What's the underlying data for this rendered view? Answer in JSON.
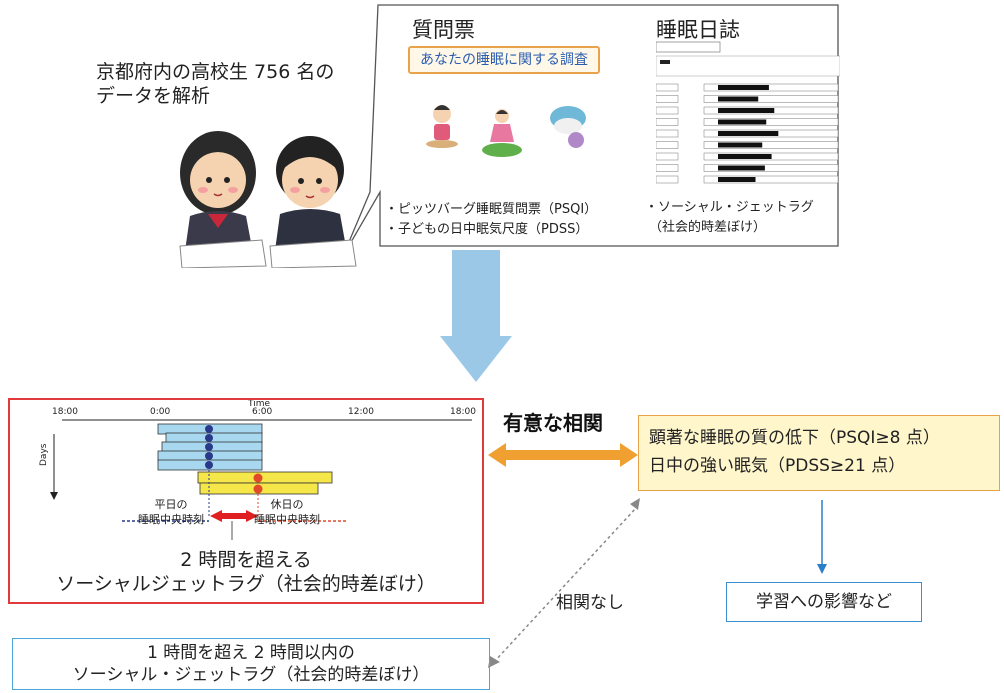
{
  "study": {
    "desc_line1": "京都府内の高校生 756 名の",
    "desc_line2": "データを解析"
  },
  "questionnaire": {
    "title": "質問票",
    "banner": "あなたの睡眠に関する調査",
    "bullet1": "・ピッツバーグ睡眠質問票（PSQI）",
    "bullet2": "・子どもの日中眠気尺度（PDSS）"
  },
  "diary": {
    "title": "睡眠日誌",
    "bullet1": "・ソーシャル・ジェットラグ",
    "bullet2": "（社会的時差ぼけ）"
  },
  "chart": {
    "time_label": "Time",
    "ticks": [
      "18:00",
      "0:00",
      "6:00",
      "12:00",
      "18:00"
    ],
    "days_label": "Days",
    "weekday_label_1": "平日の",
    "weekday_label_2": "睡眠中央時刻",
    "holiday_label_1": "休日の",
    "holiday_label_2": "睡眠中央時刻"
  },
  "red_box": {
    "caption_line1": "2 時間を超える",
    "caption_line2": "ソーシャルジェットラグ（社会的時差ぼけ）"
  },
  "significant": "有意な相関",
  "result": {
    "line1": "顕著な睡眠の質の低下（PSQI≥8 点）",
    "line2": "日中の強い眠気（PDSS≥21 点）"
  },
  "impact": "学習への影響など",
  "no_corr": "相関なし",
  "blue_box": {
    "line1": "1 時間を超え 2 時間以内の",
    "line2": "ソーシャル・ジェットラグ（社会的時差ぼけ）"
  },
  "colors": {
    "red": "#e03a3a",
    "orange": "#f0a030",
    "blue_arrow": "#9cc8e8",
    "result_bg": "#fff6cc"
  }
}
